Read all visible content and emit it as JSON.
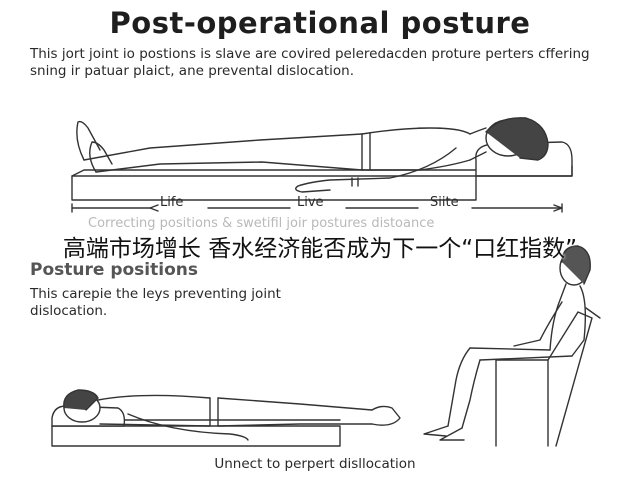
{
  "header": {
    "title": "Post-operational posture",
    "intro": "This jort joint io postions is slave are covired peleredacden proture perters cffering sning ir patuar plaict, ane prevental dislocation."
  },
  "top_figure": {
    "labels": [
      "Life",
      "Live",
      "Siite"
    ]
  },
  "faded_caption": "Correcting positions & swetifil joir postures distoance",
  "overlay_caption": "高端市场增长 香水经济能否成为下一个“口红指数”",
  "section": {
    "heading": "Posture positions",
    "text": "This carepie the leys preventing joint dislocation."
  },
  "bottom_caption": "Unnect to perpert disllocation"
}
